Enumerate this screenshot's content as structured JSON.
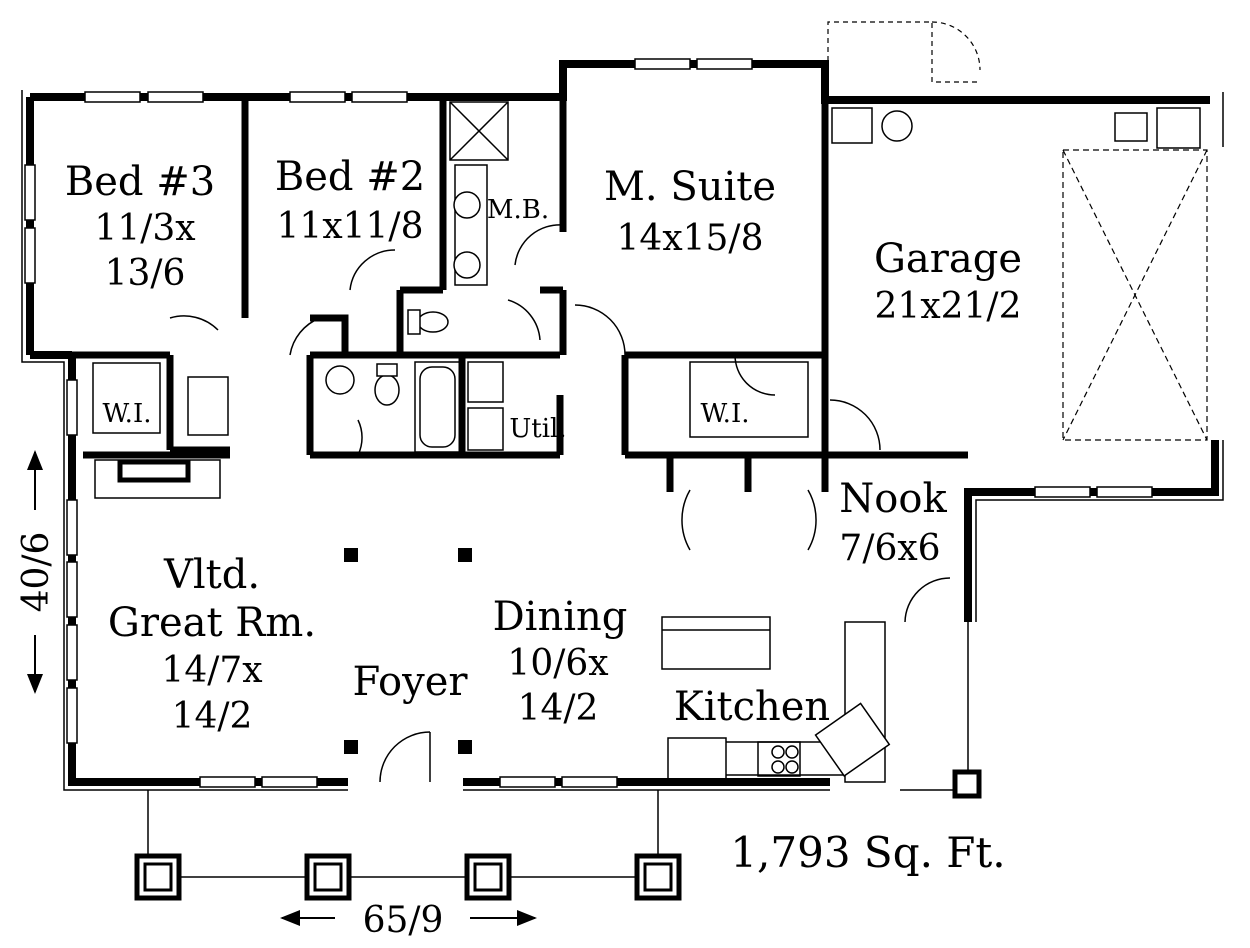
{
  "plan": {
    "rooms": {
      "bed3": {
        "name": "Bed #3",
        "dim1": "11/3x",
        "dim2": "13/6"
      },
      "bed2": {
        "name": "Bed #2",
        "dim1": "11x11/8"
      },
      "master_bath": {
        "name": "M.B."
      },
      "master_suite": {
        "name": "M. Suite",
        "dim1": "14x15/8"
      },
      "garage": {
        "name": "Garage",
        "dim1": "21x21/2"
      },
      "walkin_left": {
        "name": "W.I."
      },
      "walkin_right": {
        "name": "W.I."
      },
      "utility": {
        "name": "Util."
      },
      "nook": {
        "name": "Nook",
        "dim1": "7/6x6"
      },
      "great_room": {
        "name1": "Vltd.",
        "name2": "Great Rm.",
        "dim1": "14/7x",
        "dim2": "14/2"
      },
      "foyer": {
        "name": "Foyer"
      },
      "dining": {
        "name": "Dining",
        "dim1": "10/6x",
        "dim2": "14/2"
      },
      "kitchen": {
        "name": "Kitchen"
      }
    },
    "dimensions": {
      "depth": "40/6",
      "width": "65/9"
    },
    "area": "1,793 Sq. Ft."
  }
}
